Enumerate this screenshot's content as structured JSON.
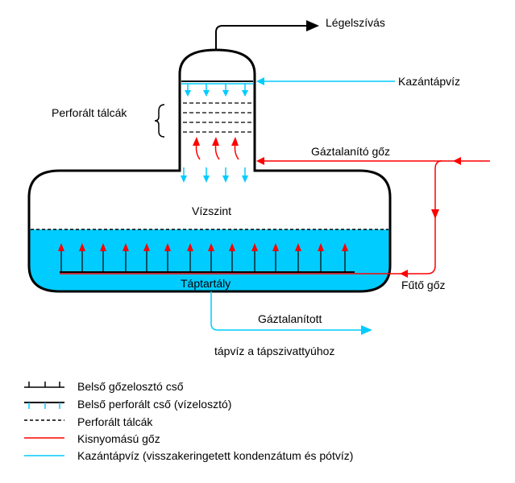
{
  "labels": {
    "exhaust": "Légelszívás",
    "feed_water": "Kazántápvíz",
    "perforated_trays": "Perforált tálcák",
    "deaerating_steam": "Gáztalanító gőz",
    "water_level": "Vízszint",
    "feed_tank": "Táptartály",
    "heating_steam": "Fűtő gőz",
    "deaerated_line1": "Gáztalanított",
    "deaerated_line2": "tápvíz a tápszivattyúhoz"
  },
  "legend": [
    {
      "key": "steam-distributor",
      "label": "Belső gőzelosztó cső"
    },
    {
      "key": "perforated-pipe",
      "label": "Belső perforált cső (vízelosztó)"
    },
    {
      "key": "trays",
      "label": "Perforált tálcák"
    },
    {
      "key": "low-pressure-steam",
      "label": "Kisnyomású gőz",
      "color": "#ff0000"
    },
    {
      "key": "feed-water",
      "label": "Kazántápvíz (visszakeringetett kondenzátum és pótvíz)",
      "color": "#00ccff"
    }
  ],
  "colors": {
    "steam": "#ff0000",
    "water": "#00ccff",
    "water_fill": "#00ccff",
    "outline": "#000000"
  }
}
